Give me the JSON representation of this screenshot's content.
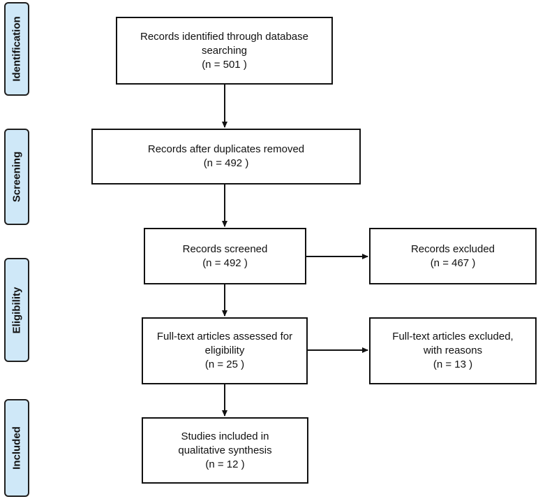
{
  "phases": {
    "identification": "Identification",
    "screening": "Screening",
    "eligibility": "Eligibility",
    "included": "Included"
  },
  "boxes": {
    "identification": {
      "line1": "Records identified through database",
      "line2": "searching",
      "line3": "(n =  501  )"
    },
    "duplicates": {
      "line1": "Records after duplicates removed",
      "line2": "(n = 492  )"
    },
    "screened": {
      "line1": "Records screened",
      "line2": "(n = 492 )"
    },
    "excluded": {
      "line1": "Records excluded",
      "line2": "(n = 467 )"
    },
    "fulltext": {
      "line1": "Full-text articles assessed for",
      "line2": "eligibility",
      "line3": "(n = 25 )"
    },
    "fulltext_excluded": {
      "line1": "Full-text articles excluded,",
      "line2": "with reasons",
      "line3": "(n = 13 )"
    },
    "included": {
      "line1": "Studies included in",
      "line2": "qualitative synthesis",
      "line3": "(n = 12 )"
    }
  }
}
